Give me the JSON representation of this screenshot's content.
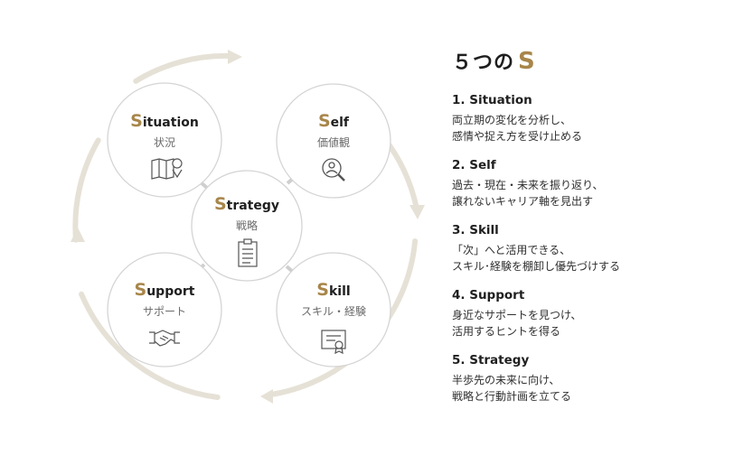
{
  "colors": {
    "accent": "#a8864a",
    "ring": "#e6e1d6",
    "circle_border": "#d4d4d4",
    "text": "#1f1f1f"
  },
  "diagram": {
    "nodes": [
      {
        "key": "situation",
        "initial": "S",
        "rest": "ituation",
        "sub": "状況",
        "icon": "map-pin-icon"
      },
      {
        "key": "self",
        "initial": "S",
        "rest": "elf",
        "sub": "価値観",
        "icon": "person-magnifier-icon"
      },
      {
        "key": "strategy",
        "initial": "S",
        "rest": "trategy",
        "sub": "戦略",
        "icon": "clipboard-icon"
      },
      {
        "key": "support",
        "initial": "S",
        "rest": "upport",
        "sub": "サポート",
        "icon": "handshake-icon"
      },
      {
        "key": "skill",
        "initial": "S",
        "rest": "kill",
        "sub": "スキル・経験",
        "icon": "certificate-icon"
      }
    ]
  },
  "panel": {
    "title_prefix": "５つの",
    "title_accent": "S",
    "items": [
      {
        "heading": "1. Situation",
        "lines": [
          "両立期の変化を分析し、",
          "感情や捉え方を受け止める"
        ]
      },
      {
        "heading": "2. Self",
        "lines": [
          "過去・現在・未来を振り返り、",
          "譲れないキャリア軸を見出す"
        ]
      },
      {
        "heading": "3. Skill",
        "lines": [
          "「次」へと活用できる、",
          "スキル･経験を棚卸し優先づけする"
        ]
      },
      {
        "heading": "4. Support",
        "lines": [
          "身近なサポートを見つけ、",
          "活用するヒントを得る"
        ]
      },
      {
        "heading": "5. Strategy",
        "lines": [
          "半歩先の未来に向け、",
          "戦略と行動計画を立てる"
        ]
      }
    ]
  }
}
